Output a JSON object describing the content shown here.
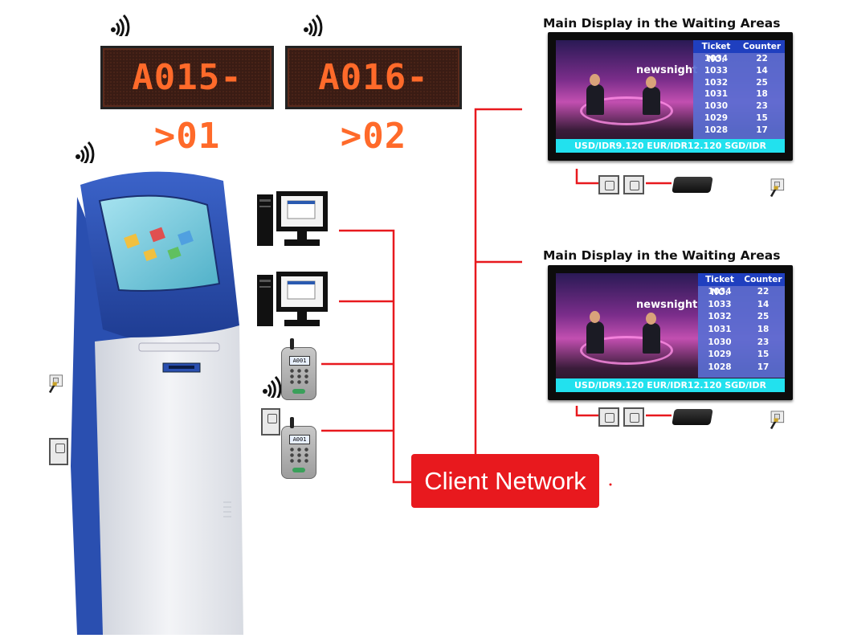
{
  "led_displays": [
    {
      "text": "A015->01"
    },
    {
      "text": "A016->02"
    }
  ],
  "displays": [
    {
      "title": "Main Display in the Waiting Areas",
      "logo": "newsnight",
      "table_headers": [
        "Ticket NO.",
        "Counter"
      ],
      "rows": [
        {
          "ticket": "1034",
          "counter": "22"
        },
        {
          "ticket": "1033",
          "counter": "14"
        },
        {
          "ticket": "1032",
          "counter": "25"
        },
        {
          "ticket": "1031",
          "counter": "18"
        },
        {
          "ticket": "1030",
          "counter": "23"
        },
        {
          "ticket": "1029",
          "counter": "15"
        },
        {
          "ticket": "1028",
          "counter": "17"
        }
      ],
      "ticker": "USD/IDR9.120 EUR/IDR12.120 SGD/IDR"
    },
    {
      "title": "Main Display in the Waiting Areas",
      "logo": "newsnight",
      "table_headers": [
        "Ticket NO.",
        "Counter"
      ],
      "rows": [
        {
          "ticket": "1034",
          "counter": "22"
        },
        {
          "ticket": "1033",
          "counter": "14"
        },
        {
          "ticket": "1032",
          "counter": "25"
        },
        {
          "ticket": "1031",
          "counter": "18"
        },
        {
          "ticket": "1030",
          "counter": "23"
        },
        {
          "ticket": "1029",
          "counter": "15"
        },
        {
          "ticket": "1028",
          "counter": "17"
        }
      ],
      "ticker": "USD/IDR9.120 EUR/IDR12.120 SGD/IDR"
    }
  ],
  "callers": [
    {
      "screen_text": "A001"
    },
    {
      "screen_text": "A001"
    }
  ],
  "network_label": "Client Network",
  "colors": {
    "wire": "#e8191e",
    "network_box": "#e8191e",
    "led_text": "#ff6a2a",
    "kiosk_blue": "#2a4fb0",
    "ticker": "#22e1ee"
  },
  "icons": [
    "wifi-icon",
    "pc-icon",
    "caller-keypad-icon",
    "power-socket-icon",
    "power-plug-icon",
    "tv-box-icon"
  ]
}
